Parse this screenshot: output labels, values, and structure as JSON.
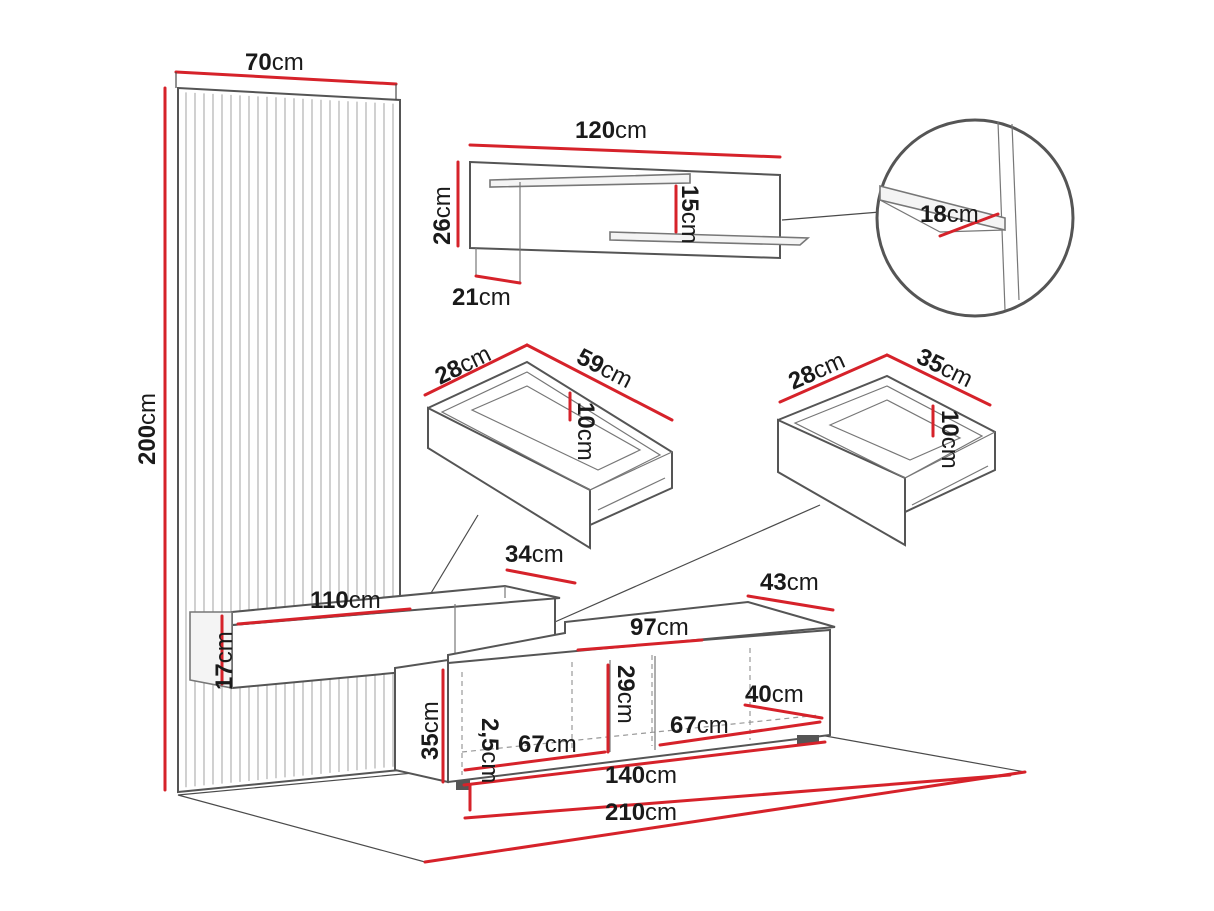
{
  "colors": {
    "dimension": "#d6222a",
    "outline": "#555555",
    "background": "#ffffff"
  },
  "panel": {
    "width": "70",
    "height": "200",
    "unit": "cm"
  },
  "wall_shelf": {
    "width": "120",
    "height": "26",
    "depth": "21",
    "gap": "15",
    "unit": "cm"
  },
  "detail": {
    "thickness": "18",
    "unit": "cm"
  },
  "drawer_large": {
    "depth": "28",
    "width": "59",
    "height": "10",
    "unit": "cm"
  },
  "drawer_small": {
    "depth": "28",
    "width": "35",
    "height": "10",
    "unit": "cm"
  },
  "console": {
    "width": "110",
    "height": "17",
    "depth": "34",
    "unit": "cm"
  },
  "tv_stand": {
    "depth": "43",
    "top_width": "97",
    "width": "140",
    "height": "35",
    "inner_height": "29",
    "inner_depth": "40",
    "left_compartment": "67",
    "right_compartment": "67",
    "leg_height": "2,5",
    "unit": "cm"
  },
  "overall": {
    "width": "210",
    "unit": "cm"
  }
}
